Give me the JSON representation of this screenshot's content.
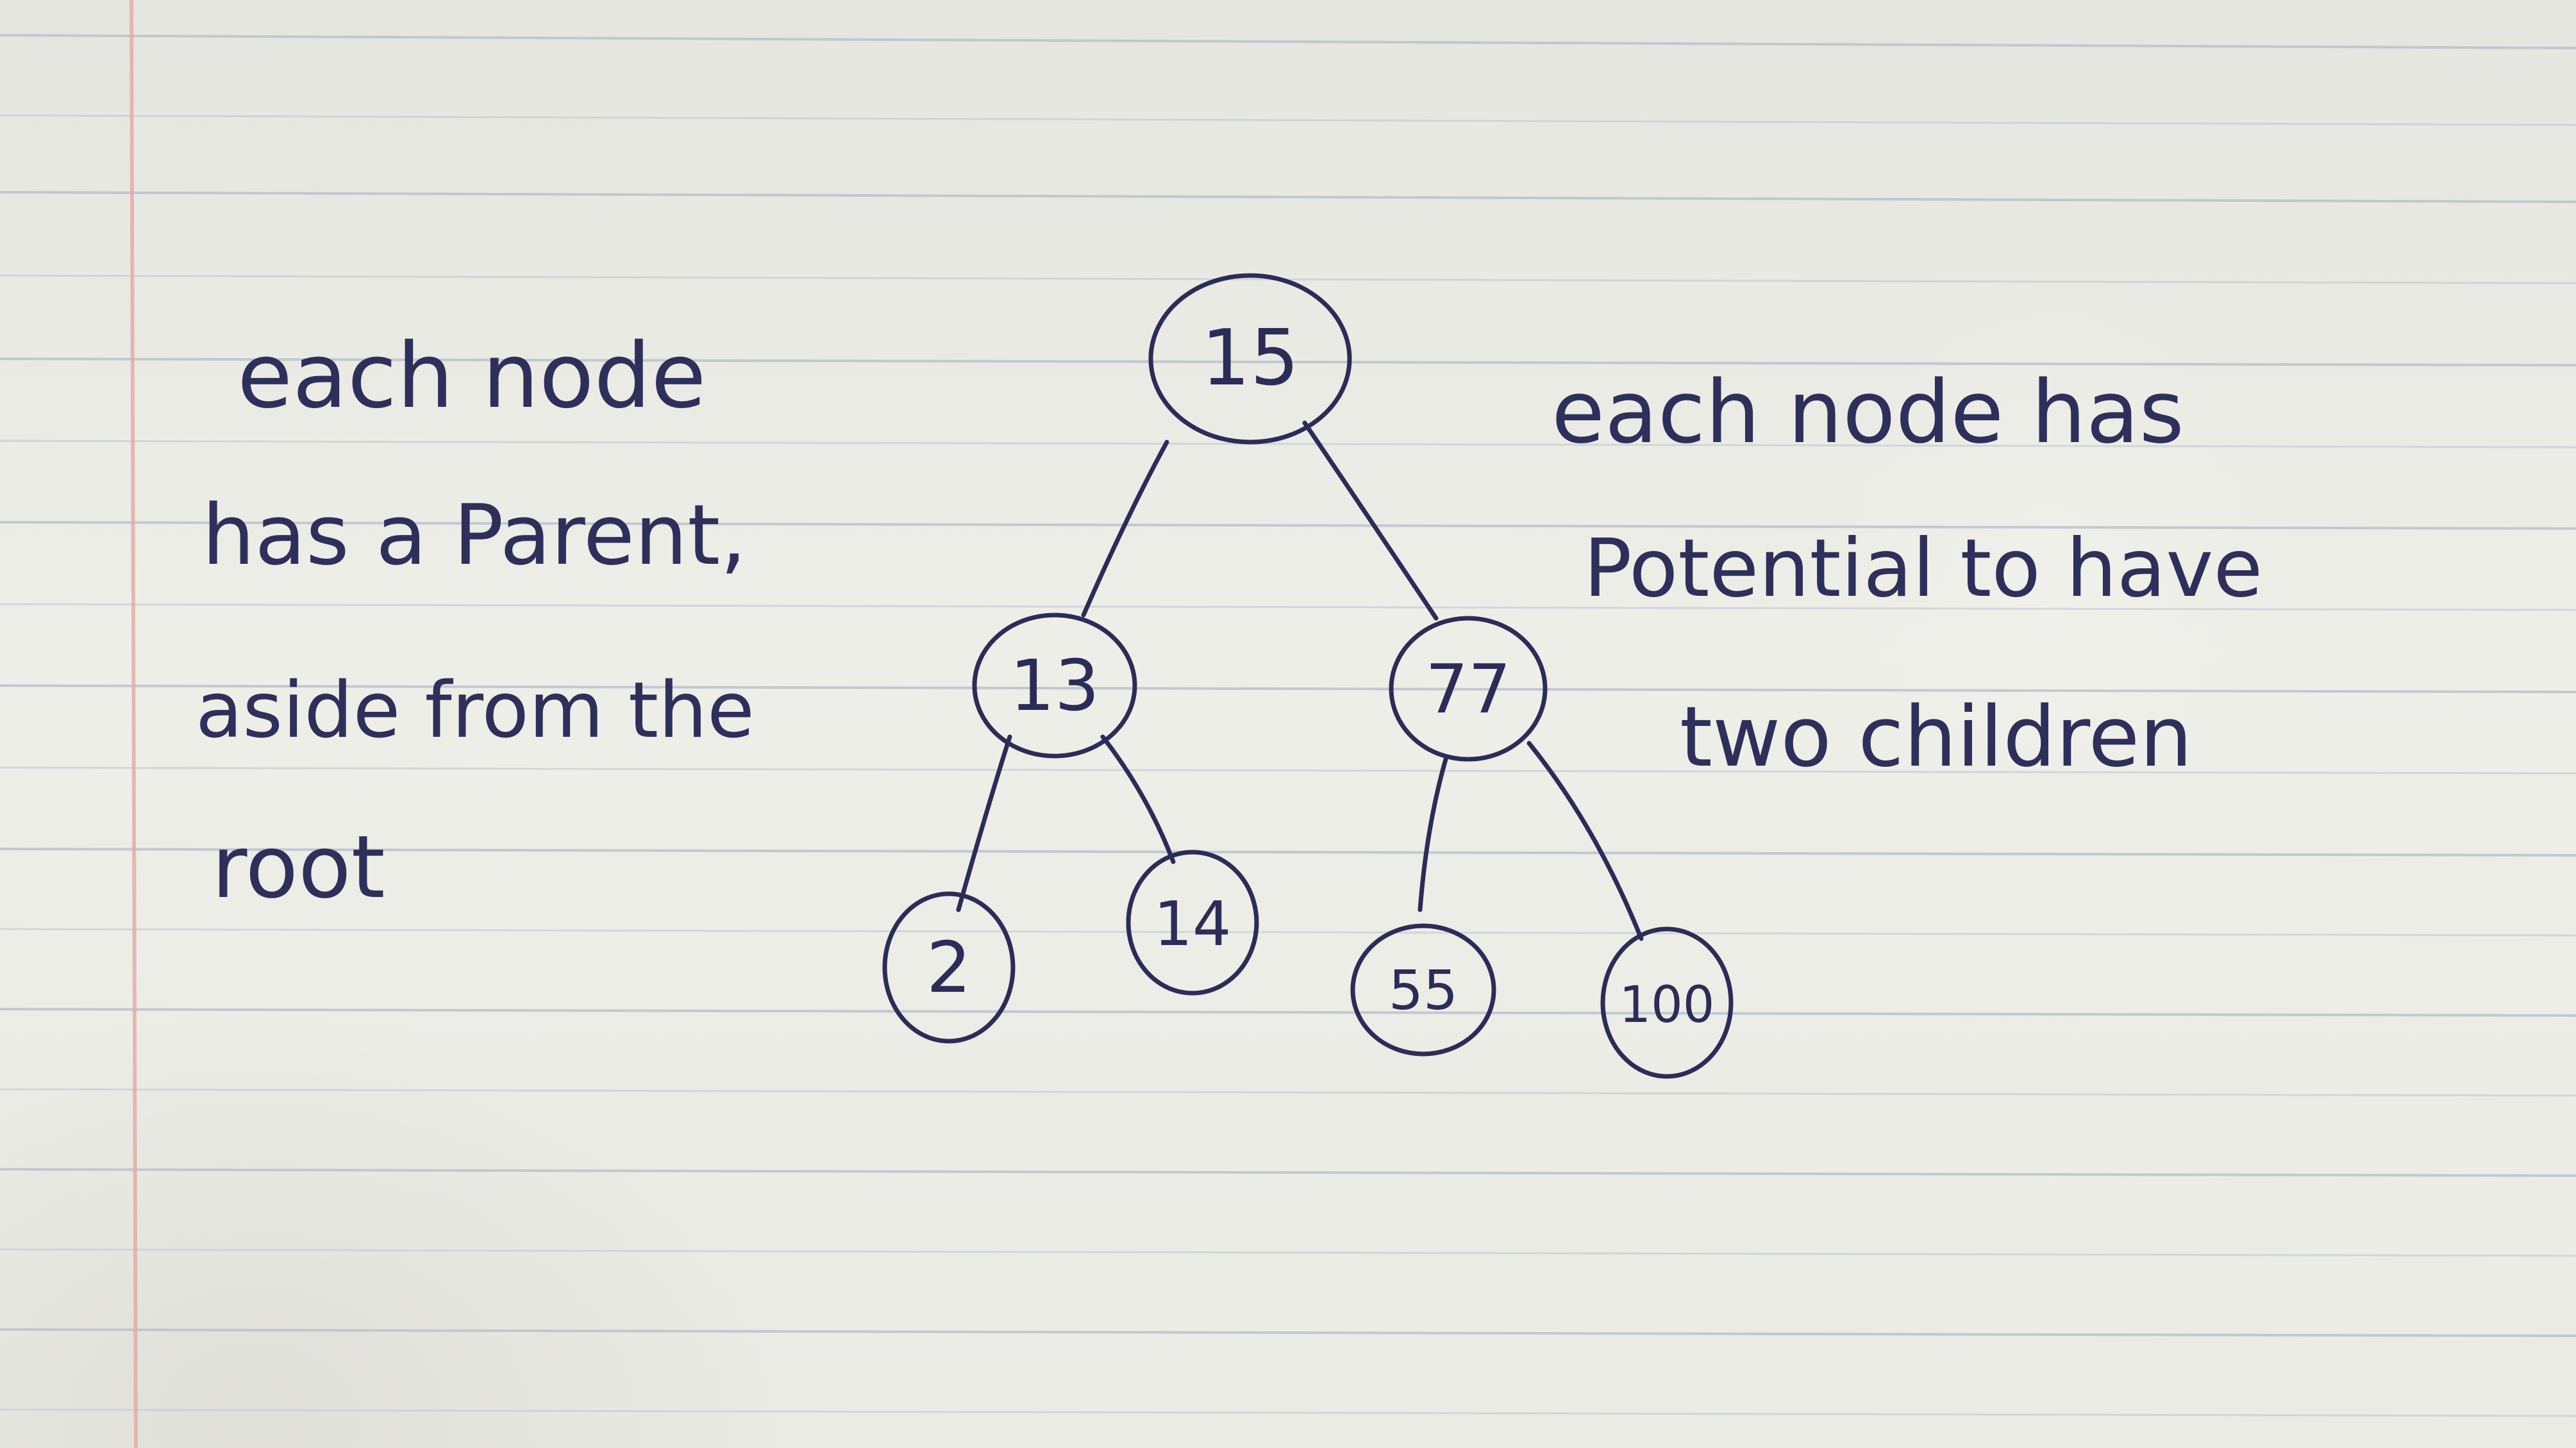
{
  "left_note": {
    "lines": [
      "each node",
      "has a Parent,",
      "aside from the",
      "root"
    ]
  },
  "right_note": {
    "lines": [
      "each node has",
      "Potential to have",
      "two children"
    ]
  },
  "tree": {
    "nodes": [
      {
        "id": "n15",
        "label": "15"
      },
      {
        "id": "n13",
        "label": "13"
      },
      {
        "id": "n77",
        "label": "77"
      },
      {
        "id": "n2",
        "label": "2"
      },
      {
        "id": "n14",
        "label": "14"
      },
      {
        "id": "n55",
        "label": "55"
      },
      {
        "id": "n100",
        "label": "100"
      }
    ],
    "edges": [
      [
        "n15",
        "n13"
      ],
      [
        "n15",
        "n77"
      ],
      [
        "n13",
        "n2"
      ],
      [
        "n13",
        "n14"
      ],
      [
        "n77",
        "n55"
      ],
      [
        "n77",
        "n100"
      ]
    ]
  },
  "colors": {
    "ink": "#2b2c58",
    "rule_line": "#b9c3cf",
    "margin_line": "#e6a9a6",
    "paper": "#ebebe5"
  }
}
